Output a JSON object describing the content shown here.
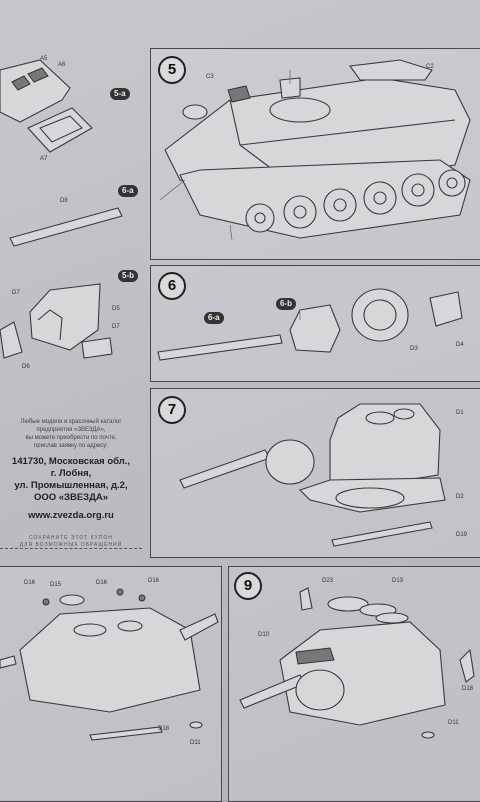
{
  "steps": {
    "s5": "5",
    "s6": "6",
    "s7": "7",
    "s9": "9"
  },
  "subs": {
    "s5a": "5-a",
    "s6a": "6-a",
    "s5b": "5-b",
    "s6a_1": "6-a",
    "s6b": "6-b"
  },
  "labels": {
    "a5": "A5",
    "a6": "A6",
    "a7": "A7",
    "d8": "D8",
    "d7a": "D7",
    "d5": "D5",
    "d7b": "D7",
    "d6": "D6",
    "c3": "C3",
    "c2": "C2",
    "d3": "D3",
    "d4": "D4",
    "d1": "D1",
    "d2": "D2",
    "d19": "D19",
    "d16a": "D16",
    "d15": "D15",
    "d16b": "D16",
    "d16c": "D16",
    "d18a": "D18",
    "d11a": "D11",
    "d23": "D23",
    "d13": "D13",
    "d10": "D10",
    "d18b": "D18",
    "d11b": "D11"
  },
  "promo": {
    "line1": "Любые модели и красочный каталог",
    "line2": "предприятия «ЗВЕЗДА»,",
    "line3": "вы можете приобрести по почте,",
    "line4": "прислав заявку по адресу:",
    "addr1": "141730, Московская обл.,",
    "addr2": "г. Лобня,",
    "addr3": "ул. Промышленная, д.2,",
    "addr4": "ООО «ЗВЕЗДА»",
    "url": "www.zvezda.org.ru",
    "keep1": "СОХРАНИТЕ ЭТОТ КУПОН",
    "keep2": "ДЛЯ ВОЗМОЖНЫХ ОБРАЩЕНИЙ"
  }
}
